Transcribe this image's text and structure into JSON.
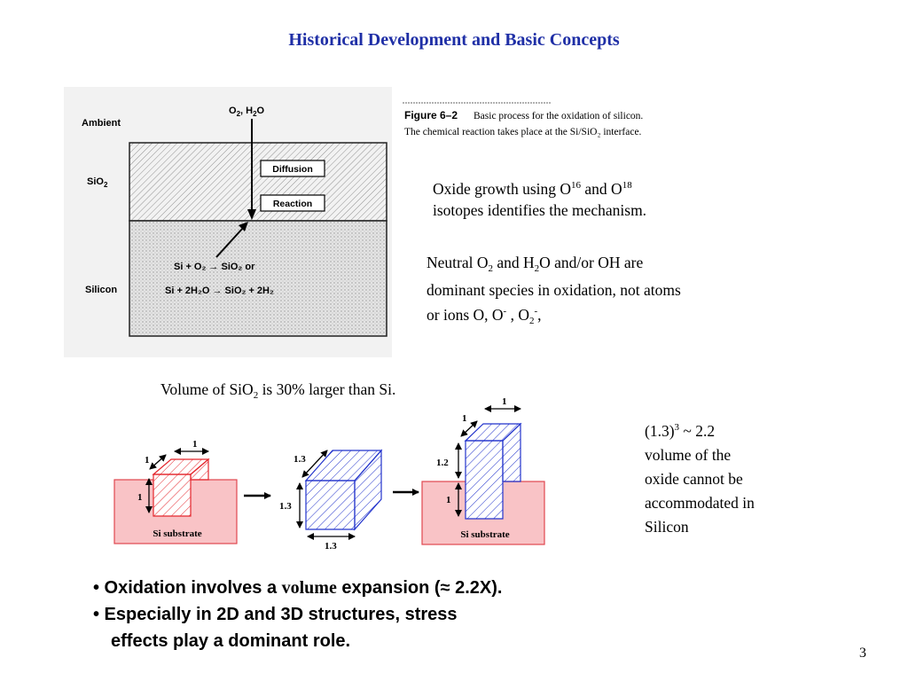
{
  "title": "Historical Development and Basic Concepts",
  "figure1": {
    "labels": {
      "ambient": "Ambient",
      "sio2_prefix": "SiO",
      "sio2_sub": "2",
      "silicon": "Silicon",
      "gas_prefix": "O",
      "gas_sub": "2",
      "gas_rest": ", H",
      "gas_sub2": "2",
      "gas_end": "O",
      "diffusion": "Diffusion",
      "reaction": "Reaction",
      "eq1": "Si + O₂ → SiO₂  or",
      "eq2": "Si + 2H₂O → SiO₂ + 2H₂"
    },
    "caption_label": "Figure 6–2",
    "caption_line1": "Basic process for the oxidation of silicon.",
    "caption_line2": "The chemical reaction takes place at the Si/SiO₂ interface."
  },
  "isotope": {
    "t1": "Oxide growth using O",
    "s1": "16",
    "t2": " and O",
    "s2": "18",
    "t3": "isotopes identifies the mechanism."
  },
  "neutral": {
    "t1": "Neutral O",
    "sub1": "2",
    "t2": " and H",
    "sub2": "2",
    "t3": "O and/or OH are",
    "line2": "dominant species in oxidation, not atoms",
    "t4": "or ions O, O",
    "sup1": "-",
    "t5": " , O",
    "sub3": "2",
    "sup2": "-",
    "t6": ","
  },
  "volume_line": {
    "t1": "Volume of SiO",
    "sub": "2",
    "t2": " is 30% larger than Si."
  },
  "figure2": {
    "substrate1": "Si substrate",
    "substrate2": "Si substrate",
    "d_1a": "1",
    "d_1b": "1",
    "d_1c": "1",
    "d_13a": "1.3",
    "d_13b": "1.3",
    "d_13c": "1.3",
    "d_r1": "1",
    "d_r2": "1",
    "d_r12": "1.2",
    "d_r1c": "1",
    "colors": {
      "substrate_fill": "#f9c3c6",
      "substrate_stroke": "#e0474f",
      "red_hatch": "#e4262c",
      "blue_hatch": "#2233cc"
    }
  },
  "vol_note": {
    "t1": "(1.3)",
    "sup": "3",
    "t2": " ~ 2.2",
    "lines": [
      "volume of the",
      "oxide cannot be",
      "accommodated in",
      "Silicon"
    ]
  },
  "bullets": {
    "b1_pre": "• Oxidation involves a ",
    "b1_serif": "volume",
    "b1_post": " expansion (≈ 2.2X).",
    "b2_line1": "• Especially in 2D and 3D structures, stress",
    "b2_line2": "effects play a dominant role."
  },
  "page_number": "3",
  "colors": {
    "title": "#1f2fa6"
  }
}
